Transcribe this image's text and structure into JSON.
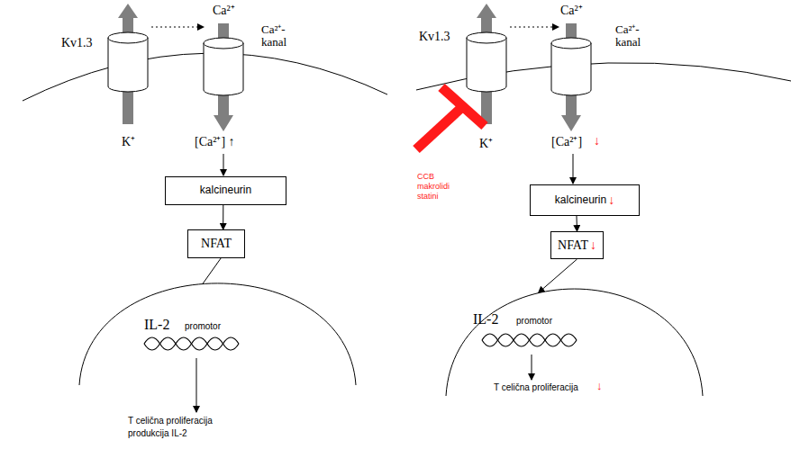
{
  "diagram": {
    "nodes": [
      {
        "text": [
          "kalcineurin"
        ]
      },
      {
        "text": [
          "NFAT"
        ]
      },
      {
        "text": [
          "IL-2",
          "promotor"
        ]
      },
      {
        "text": [
          "kalcineurin",
          "↓"
        ]
      },
      {
        "text": [
          "NFAT",
          "↓"
        ]
      },
      {
        "text": [
          "IL-2",
          "promotor"
        ]
      }
    ],
    "edges": [
      {
        "from": 0,
        "to": 1,
        "arrow": "to"
      },
      {
        "from": 1,
        "to": 2,
        "arrow": "none"
      },
      {
        "from": 3,
        "to": 4,
        "arrow": "to"
      },
      {
        "from": 4,
        "to": 5,
        "arrow": "to"
      }
    ],
    "labels": [
      "Kv1.3",
      "Ca²⁺",
      "Ca²⁺- kanal",
      "K⁺",
      "[Ca²⁺] ↑",
      "T celična proliferacija",
      "produkcija IL-2",
      "Kv1.3",
      "Ca²⁺",
      "Ca²⁺- kanal",
      "K⁺",
      "CCB",
      "makrolidi",
      "statini",
      "[Ca²⁺]",
      "↓",
      "T celična proliferacija",
      "↓"
    ]
  }
}
